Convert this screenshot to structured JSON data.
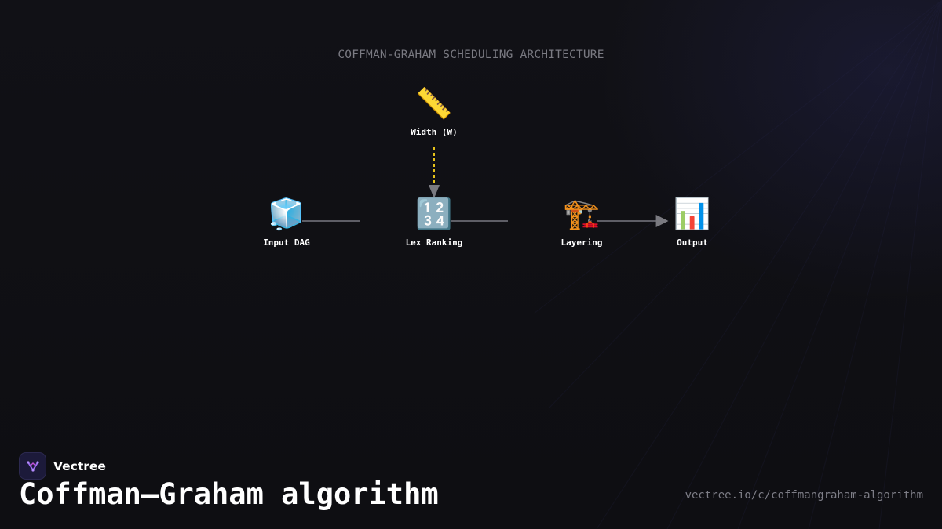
{
  "diagram": {
    "title": "COFFMAN-GRAHAM SCHEDULING ARCHITECTURE",
    "nodes": [
      {
        "id": "input-dag",
        "label": "Input DAG",
        "icon": "ice-cube-icon",
        "glyph": "🧊"
      },
      {
        "id": "lex-ranking",
        "label": "Lex Ranking",
        "icon": "input-numbers-icon",
        "glyph": "🔢"
      },
      {
        "id": "layering",
        "label": "Layering",
        "icon": "construction-crane-icon",
        "glyph": "🏗️"
      },
      {
        "id": "output",
        "label": "Output",
        "icon": "bar-chart-icon",
        "glyph": "📊"
      },
      {
        "id": "width",
        "label": "Width (W)",
        "icon": "ruler-icon",
        "glyph": "📏"
      }
    ],
    "edges": [
      {
        "from": "input-dag",
        "to": "lex-ranking",
        "style": "solid"
      },
      {
        "from": "lex-ranking",
        "to": "layering",
        "style": "solid"
      },
      {
        "from": "layering",
        "to": "output",
        "style": "solid-arrow"
      },
      {
        "from": "width",
        "to": "lex-ranking",
        "style": "dashed-arrow"
      }
    ],
    "colors": {
      "edge": "#5e5e66",
      "dashed_edge": "#e6c21a",
      "arrowhead": "#7a7a80"
    }
  },
  "brand": {
    "name": "Vectree",
    "logo_icon": "vectree-logo-icon",
    "accent": "#9b6cf0"
  },
  "footer": {
    "title": "Coffman–Graham algorithm",
    "url": "vectree.io/c/coffmangraham-algorithm"
  }
}
